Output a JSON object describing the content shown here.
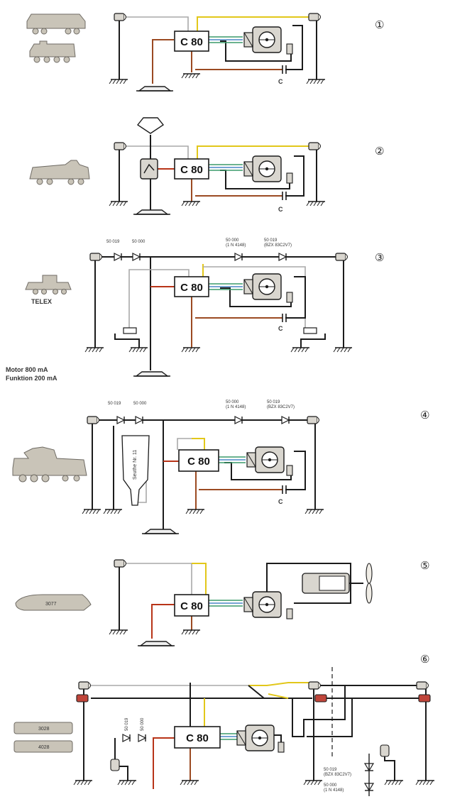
{
  "diagrams": [
    {
      "number": "①",
      "module_label": "C 80",
      "capacitor_label": "C"
    },
    {
      "number": "②",
      "module_label": "C 80",
      "capacitor_label": "C"
    },
    {
      "number": "③",
      "module_label": "C 80",
      "capacitor_label": "C",
      "loco_label": "TELEX",
      "diode_labels": [
        "50 019",
        "50 000",
        "50 000\n(1 N 4148)",
        "50 019\n(BZX 83C2V7)"
      ],
      "current_note": [
        "Motor      800 mA",
        "Funktion  200 mA"
      ]
    },
    {
      "number": "④",
      "module_label": "C 80",
      "capacitor_label": "C",
      "diode_labels": [
        "50 019",
        "50 000",
        "50 000\n(1 N 4148)",
        "50 019\n(BZX 83C2V7)"
      ],
      "smoke_label": "Seuthe Nr. 11"
    },
    {
      "number": "⑤",
      "module_label": "C 80",
      "loco_label": "3077"
    },
    {
      "number": "⑥",
      "module_label": "C 80",
      "loco_labels": [
        "3028",
        "4028"
      ],
      "diode_labels": [
        "50 019",
        "50 000",
        "50 019\n(BZX 83C2V7)",
        "50 000\n(1 N 4148)"
      ]
    }
  ],
  "colors": {
    "yellow": "#e2c71a",
    "brown": "#9b4a22",
    "red": "#b83418",
    "grey": "#a9a9a9",
    "green": "#3a9a6a",
    "blue": "#4a86c5"
  }
}
